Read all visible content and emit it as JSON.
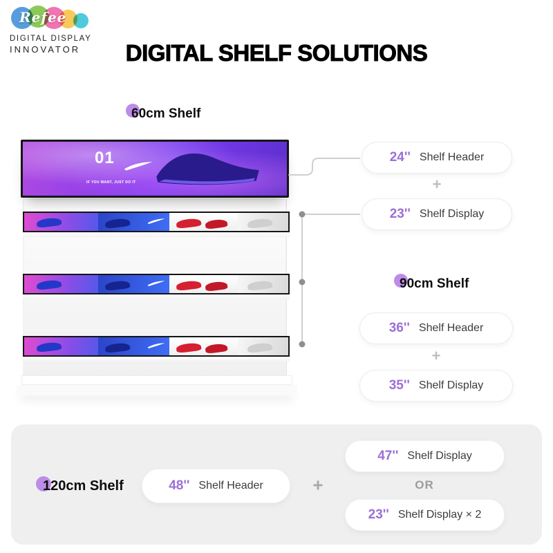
{
  "brand": {
    "logo_text": "Refee",
    "tagline1": "DIGITAL DISPLAY",
    "tagline2": "INNOVATOR"
  },
  "title": "DIGITAL SHELF SOLUTIONS",
  "shelf_ad": {
    "number": "01",
    "tagline": "IF YOU WANT, JUST DO IT"
  },
  "groups": [
    {
      "label": "60cm Shelf",
      "joiner": "+",
      "pills": [
        {
          "size": "24''",
          "label": "Shelf Header"
        },
        {
          "size": "23''",
          "label": "Shelf Display"
        }
      ]
    },
    {
      "label": "90cm Shelf",
      "joiner": "+",
      "pills": [
        {
          "size": "36''",
          "label": "Shelf Header"
        },
        {
          "size": "35''",
          "label": "Shelf Display"
        }
      ]
    },
    {
      "label": "120cm Shelf",
      "joiner": "+",
      "or_label": "OR",
      "pills": [
        {
          "size": "48''",
          "label": "Shelf Header"
        },
        {
          "size": "47''",
          "label": "Shelf Display"
        },
        {
          "size": "23''",
          "label": "Shelf Display × 2"
        }
      ]
    }
  ],
  "colors": {
    "accent_purple": "#9b6fd6",
    "dot_purple": "#bd8ce8",
    "connector_gray": "#cfcfcf",
    "title_black": "#000000"
  }
}
